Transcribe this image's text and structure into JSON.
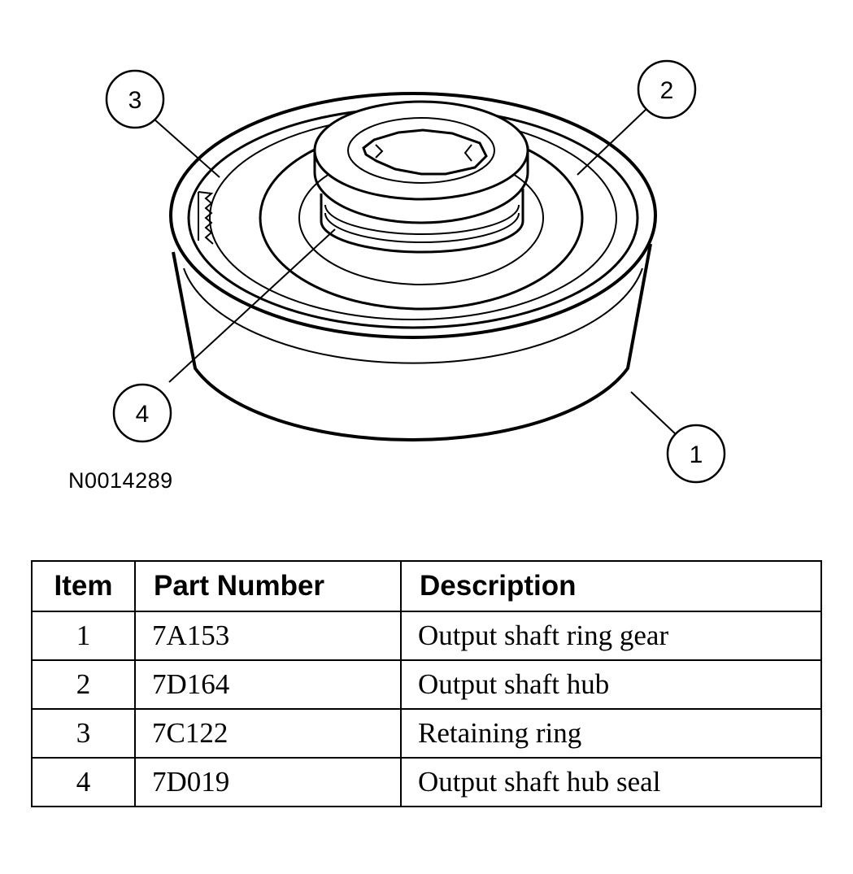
{
  "figure": {
    "id": "N0014289",
    "callouts": [
      "1",
      "2",
      "3",
      "4"
    ]
  },
  "table": {
    "headers": [
      "Item",
      "Part Number",
      "Description"
    ],
    "rows": [
      {
        "item": "1",
        "part_number": "7A153",
        "description": "Output shaft ring gear"
      },
      {
        "item": "2",
        "part_number": "7D164",
        "description": "Output shaft hub"
      },
      {
        "item": "3",
        "part_number": "7C122",
        "description": "Retaining ring"
      },
      {
        "item": "4",
        "part_number": "7D019",
        "description": "Output shaft hub seal"
      }
    ]
  }
}
